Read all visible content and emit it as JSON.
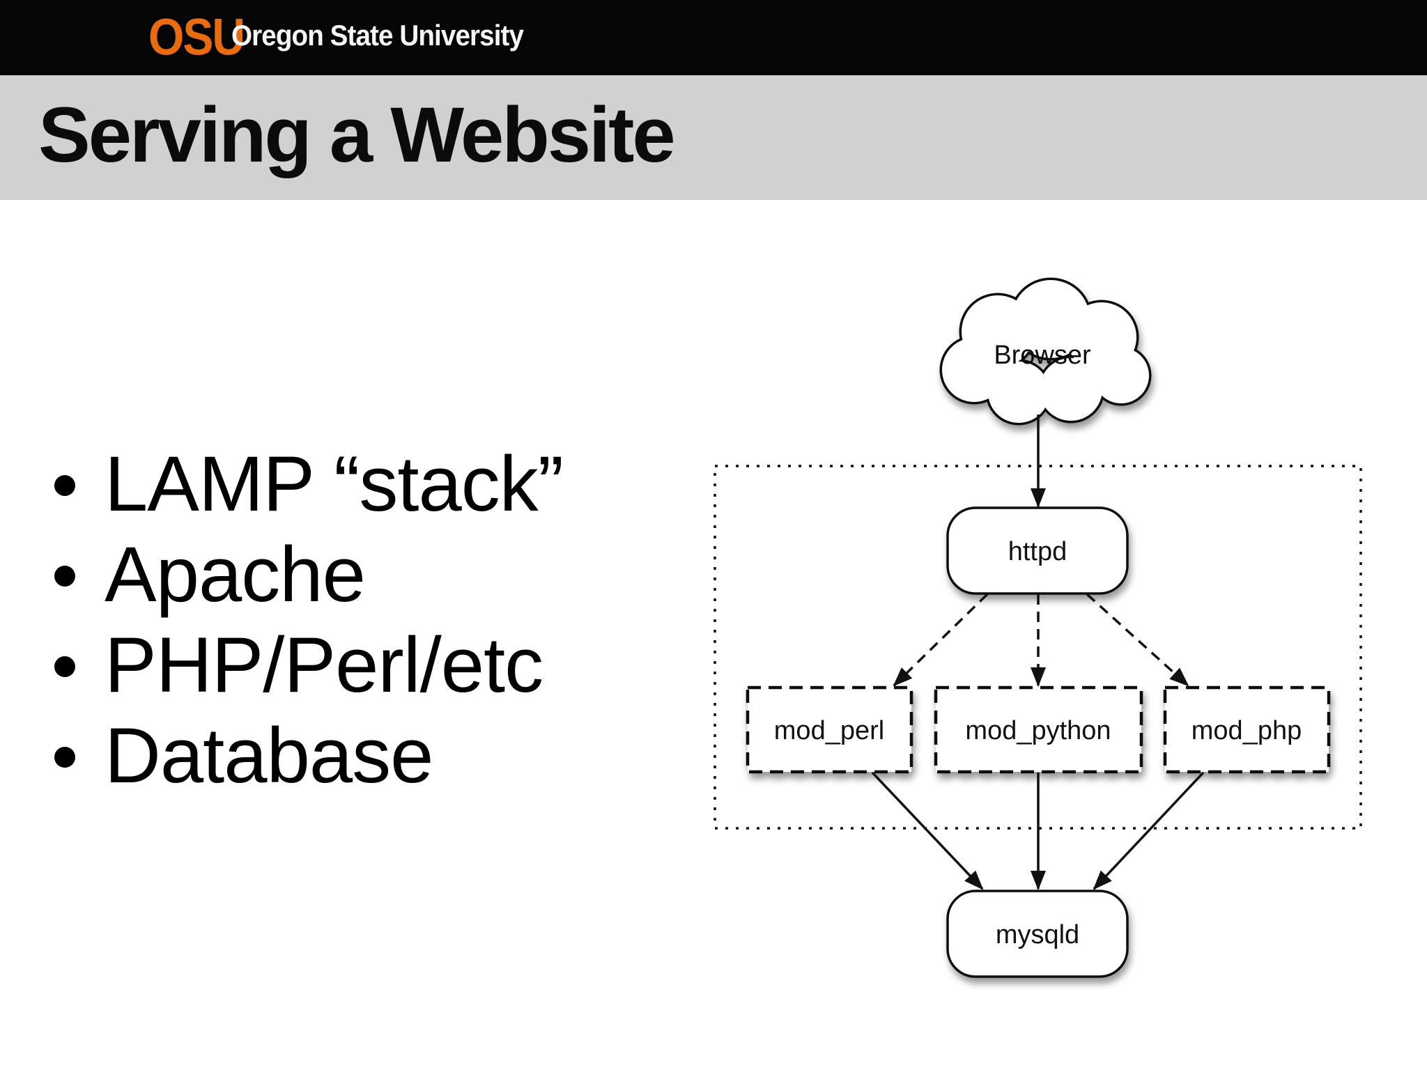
{
  "header": {
    "logo_text": "OSU",
    "university_name": "Oregon State University",
    "logo_color": "#e96b10"
  },
  "title": "Serving a Website",
  "bullets": {
    "items": [
      "LAMP “stack”",
      "Apache",
      "PHP/Perl/etc",
      "Database"
    ]
  },
  "diagram": {
    "browser_label": "Browser",
    "httpd_label": "httpd",
    "mod_perl_label": "mod_perl",
    "mod_python_label": "mod_python",
    "mod_php_label": "mod_php",
    "mysqld_label": "mysqld"
  },
  "colors": {
    "header_bg": "#050505",
    "title_band": "#d1d1d1",
    "ink": "#111111",
    "background": "#ffffff"
  }
}
